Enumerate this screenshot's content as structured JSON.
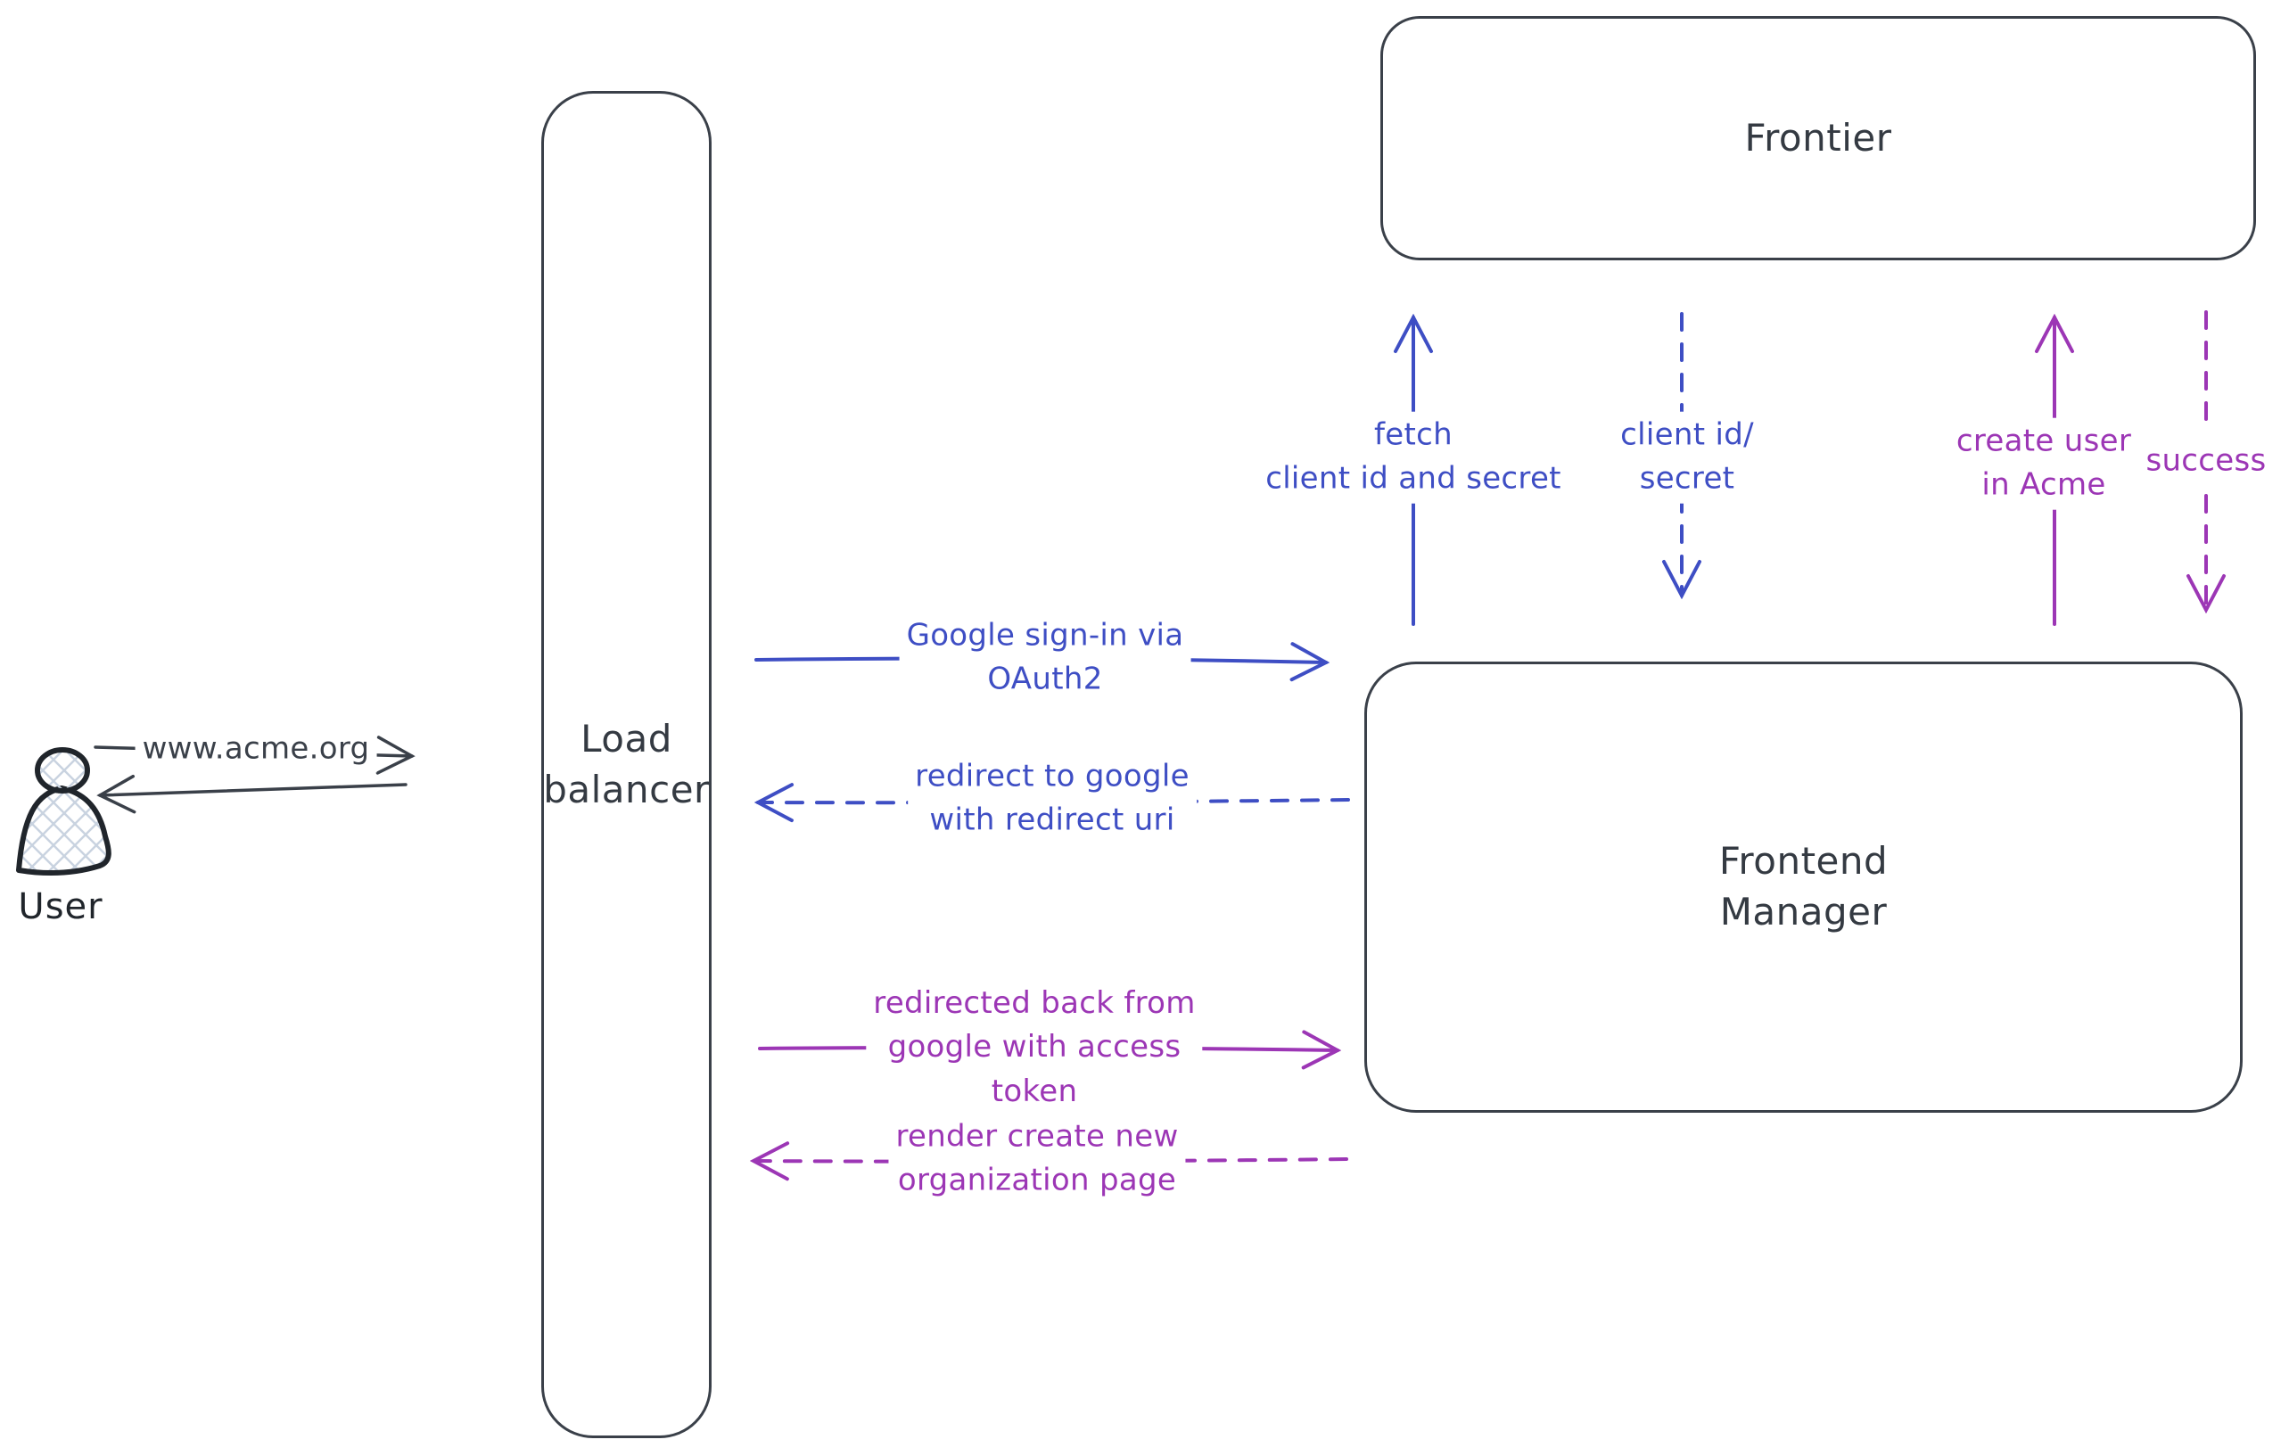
{
  "colors": {
    "stroke_dark": "#3a4049",
    "accent_blue": "#3e4ec4",
    "accent_purple": "#9c36b5",
    "background": "#ffffff",
    "hatch_fill": "#c9d3e0"
  },
  "actors": {
    "user": {
      "label": "User"
    },
    "load_balancer": {
      "label": "Load\nbalancer"
    },
    "frontier": {
      "label": "Frontier"
    },
    "frontend_manager": {
      "label": "Frontend\nManager"
    }
  },
  "messages": {
    "www_acme": {
      "label": "www.acme.org",
      "color": "dark",
      "style": "solid",
      "from": "user",
      "to": "load_balancer"
    },
    "user_response": {
      "label": "",
      "color": "dark",
      "style": "solid",
      "from": "load_balancer",
      "to": "user"
    },
    "google_signin": {
      "label": "Google sign-in via\nOAuth2",
      "color": "blue",
      "style": "solid",
      "from": "load_balancer",
      "to": "frontend_manager"
    },
    "redirect_google": {
      "label": "redirect to google\nwith redirect uri",
      "color": "blue",
      "style": "dashed",
      "from": "frontend_manager",
      "to": "load_balancer"
    },
    "fetch_client": {
      "label": "fetch\nclient id and secret",
      "color": "blue",
      "style": "solid",
      "from": "frontend_manager",
      "to": "frontier"
    },
    "client_id_secret": {
      "label": "client id/\nsecret",
      "color": "blue",
      "style": "dashed",
      "from": "frontier",
      "to": "frontend_manager"
    },
    "redirected_back": {
      "label": "redirected back from\ngoogle with access\ntoken",
      "color": "purple",
      "style": "solid",
      "from": "load_balancer",
      "to": "frontend_manager"
    },
    "render_org_page": {
      "label": "render create new\norganization page",
      "color": "purple",
      "style": "dashed",
      "from": "frontend_manager",
      "to": "load_balancer"
    },
    "create_user": {
      "label": "create user\nin Acme",
      "color": "purple",
      "style": "solid",
      "from": "frontend_manager",
      "to": "frontier"
    },
    "success": {
      "label": "success",
      "color": "purple",
      "style": "dashed",
      "from": "frontier",
      "to": "frontend_manager"
    }
  }
}
